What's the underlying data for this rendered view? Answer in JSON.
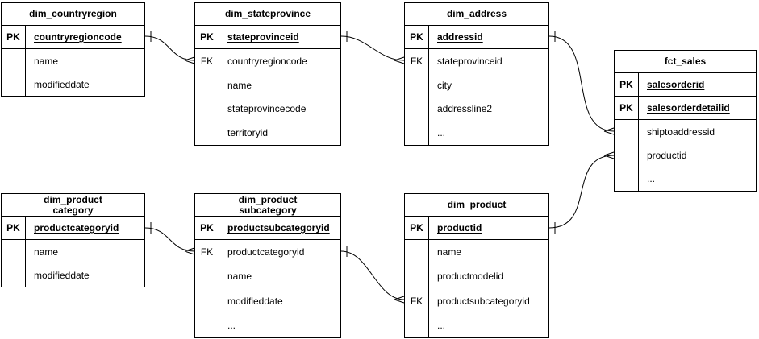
{
  "diagram": {
    "background_color": "#ffffff",
    "line_color": "#000000",
    "text_color": "#000000",
    "notation": "crow-foot"
  },
  "tables": {
    "dim_countryregion": {
      "title": "dim_countryregion",
      "rows": [
        {
          "key": "PK",
          "field": "countryregioncode"
        },
        {
          "key": "",
          "field": "name"
        },
        {
          "key": "",
          "field": "modifieddate"
        }
      ]
    },
    "dim_stateprovince": {
      "title": "dim_stateprovince",
      "rows": [
        {
          "key": "PK",
          "field": "stateprovinceid"
        },
        {
          "key": "FK",
          "field": "countryregioncode"
        },
        {
          "key": "",
          "field": "name"
        },
        {
          "key": "",
          "field": "stateprovincecode"
        },
        {
          "key": "",
          "field": "territoryid"
        }
      ]
    },
    "dim_address": {
      "title": "dim_address",
      "rows": [
        {
          "key": "PK",
          "field": "addressid"
        },
        {
          "key": "FK",
          "field": "stateprovinceid"
        },
        {
          "key": "",
          "field": "city"
        },
        {
          "key": "",
          "field": "addressline2"
        },
        {
          "key": "",
          "field": "..."
        }
      ]
    },
    "fct_sales": {
      "title": "fct_sales",
      "rows": [
        {
          "key": "PK",
          "field": "salesorderid"
        },
        {
          "key": "PK",
          "field": "salesorderdetailid"
        },
        {
          "key": "",
          "field": "shiptoaddressid"
        },
        {
          "key": "",
          "field": "productid"
        },
        {
          "key": "",
          "field": "..."
        }
      ]
    },
    "dim_productcategory": {
      "title": "dim_product\ncategory",
      "rows": [
        {
          "key": "PK",
          "field": "productcategoryid"
        },
        {
          "key": "",
          "field": "name"
        },
        {
          "key": "",
          "field": "modifieddate"
        }
      ]
    },
    "dim_productsubcategory": {
      "title": "dim_product\nsubcategory",
      "rows": [
        {
          "key": "PK",
          "field": "productsubcategoryid"
        },
        {
          "key": "FK",
          "field": "productcategoryid"
        },
        {
          "key": "",
          "field": "name"
        },
        {
          "key": "",
          "field": "modifieddate"
        },
        {
          "key": "",
          "field": "..."
        }
      ]
    },
    "dim_product": {
      "title": "dim_product",
      "rows": [
        {
          "key": "PK",
          "field": "productid"
        },
        {
          "key": "",
          "field": "name"
        },
        {
          "key": "",
          "field": "productmodelid"
        },
        {
          "key": "FK",
          "field": "productsubcategoryid"
        },
        {
          "key": "",
          "field": "..."
        }
      ]
    }
  },
  "relationships": [
    {
      "from": "dim_countryregion",
      "to": "dim_stateprovince",
      "from_field": "countryregioncode",
      "to_field": "countryregioncode",
      "cardinality": "one-to-many"
    },
    {
      "from": "dim_stateprovince",
      "to": "dim_address",
      "from_field": "stateprovinceid",
      "to_field": "stateprovinceid",
      "cardinality": "one-to-many"
    },
    {
      "from": "dim_address",
      "to": "fct_sales",
      "from_field": "addressid",
      "to_field": "shiptoaddressid",
      "cardinality": "one-to-many"
    },
    {
      "from": "dim_product",
      "to": "fct_sales",
      "from_field": "productid",
      "to_field": "productid",
      "cardinality": "one-to-many"
    },
    {
      "from": "dim_productcategory",
      "to": "dim_productsubcategory",
      "from_field": "productcategoryid",
      "to_field": "productcategoryid",
      "cardinality": "one-to-many"
    },
    {
      "from": "dim_productsubcategory",
      "to": "dim_product",
      "from_field": "productsubcategoryid",
      "to_field": "productsubcategoryid",
      "cardinality": "one-to-many"
    }
  ]
}
